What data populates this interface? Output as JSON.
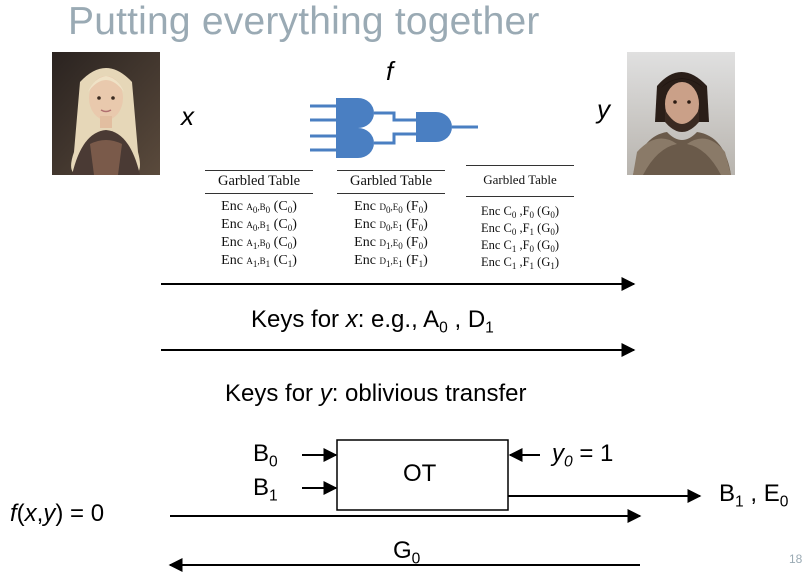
{
  "title": "Putting everything together",
  "labels": {
    "f": "f",
    "x": "x",
    "y": "y"
  },
  "tables": [
    {
      "header": "Garbled Table",
      "rows": [
        {
          "enc": "Enc ",
          "k1": "A",
          "s1": "0",
          "k2": "B",
          "s2": "0",
          "out": "C",
          "so": "0"
        },
        {
          "enc": "Enc ",
          "k1": "A",
          "s1": "0",
          "k2": "B",
          "s2": "1",
          "out": "C",
          "so": "0"
        },
        {
          "enc": "Enc ",
          "k1": "A",
          "s1": "1",
          "k2": "B",
          "s2": "0",
          "out": "C",
          "so": "0"
        },
        {
          "enc": "Enc ",
          "k1": "A",
          "s1": "1",
          "k2": "B",
          "s2": "1",
          "out": "C",
          "so": "1"
        }
      ]
    },
    {
      "header": "Garbled Table",
      "rows": [
        {
          "enc": "Enc ",
          "k1": "D",
          "s1": "0",
          "k2": "E",
          "s2": "0",
          "out": "F",
          "so": "0"
        },
        {
          "enc": "Enc ",
          "k1": "D",
          "s1": "0",
          "k2": "E",
          "s2": "1",
          "out": "F",
          "so": "0"
        },
        {
          "enc": "Enc ",
          "k1": "D",
          "s1": "1",
          "k2": "E",
          "s2": "0",
          "out": "F",
          "so": "0"
        },
        {
          "enc": "Enc ",
          "k1": "D",
          "s1": "1",
          "k2": "E",
          "s2": "1",
          "out": "F",
          "so": "1"
        }
      ]
    },
    {
      "header": "Garbled Table",
      "rows": [
        {
          "enc": "Enc ",
          "k1": "C",
          "s1": "0",
          "k2": "F",
          "s2": "0",
          "out": "G",
          "so": "0"
        },
        {
          "enc": "Enc ",
          "k1": "C",
          "s1": "0",
          "k2": "F",
          "s2": "1",
          "out": "G",
          "so": "0"
        },
        {
          "enc": "Enc ",
          "k1": "C",
          "s1": "1",
          "k2": "F",
          "s2": "0",
          "out": "G",
          "so": "0"
        },
        {
          "enc": "Enc ",
          "k1": "C",
          "s1": "1",
          "k2": "F",
          "s2": "1",
          "out": "G",
          "so": "1"
        }
      ]
    }
  ],
  "keys_x": {
    "prefix": "Keys for ",
    "var": "x",
    "mid": ":  e.g., ",
    "k1": "A",
    "s1": "0",
    "sep": " , ",
    "k2": "D",
    "s2": "1"
  },
  "keys_y": {
    "prefix": "Keys for ",
    "var": "y",
    "rest": ":  oblivious transfer"
  },
  "ot": {
    "box_label": "OT",
    "in0": {
      "k": "B",
      "s": "0"
    },
    "in1": {
      "k": "B",
      "s": "1"
    },
    "choice": {
      "v": "y",
      "s": "0",
      "eq": " = 1"
    },
    "output": {
      "k1": "B",
      "s1": "1",
      "sep": " , ",
      "k2": "E",
      "s2": "0"
    }
  },
  "result": {
    "f": "f",
    "open": "(",
    "x": "x",
    "comma": ",",
    "y": "y",
    "close": ") = 0"
  },
  "g_label": {
    "k": "G",
    "s": "0"
  },
  "slide_number": "18",
  "colors": {
    "title": "#9aaab4",
    "gate": "#4a7fc2",
    "text": "#000000"
  }
}
